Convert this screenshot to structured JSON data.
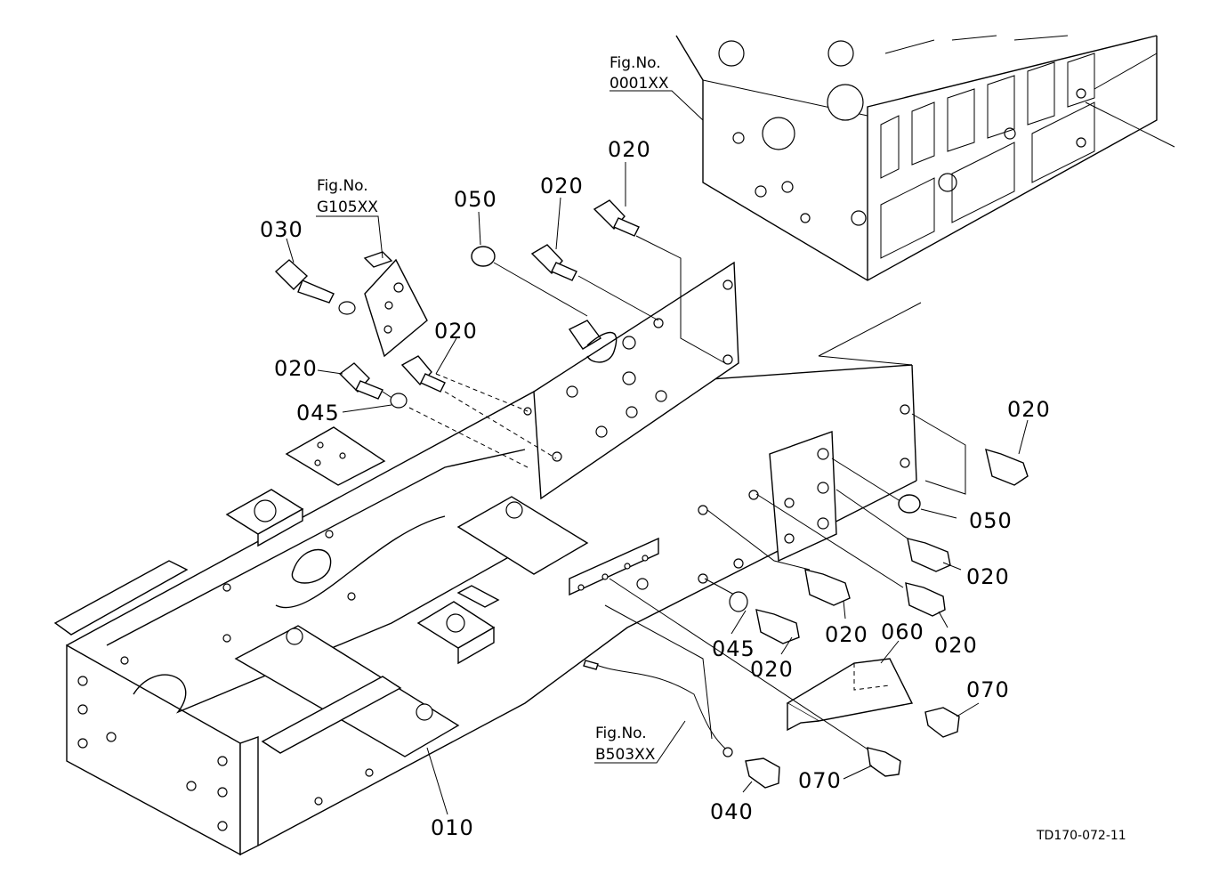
{
  "drawing_code": "TD170-072-11",
  "figure_references": [
    {
      "id": "engine",
      "label": "Fig.No.",
      "code": "0001XX"
    },
    {
      "id": "bracket",
      "label": "Fig.No.",
      "code": "G105XX"
    },
    {
      "id": "wiring",
      "label": "Fig.No.",
      "code": "B503XX"
    }
  ],
  "callouts": [
    {
      "id": "c010",
      "text": "010"
    },
    {
      "id": "c020a",
      "text": "020"
    },
    {
      "id": "c020b",
      "text": "020"
    },
    {
      "id": "c020c",
      "text": "020"
    },
    {
      "id": "c020d",
      "text": "020"
    },
    {
      "id": "c020e",
      "text": "020"
    },
    {
      "id": "c020f",
      "text": "020"
    },
    {
      "id": "c020g",
      "text": "020"
    },
    {
      "id": "c020h",
      "text": "020"
    },
    {
      "id": "c020i",
      "text": "020"
    },
    {
      "id": "c030",
      "text": "030"
    },
    {
      "id": "c040",
      "text": "040"
    },
    {
      "id": "c045a",
      "text": "045"
    },
    {
      "id": "c045b",
      "text": "045"
    },
    {
      "id": "c050a",
      "text": "050"
    },
    {
      "id": "c050b",
      "text": "050"
    },
    {
      "id": "c060",
      "text": "060"
    },
    {
      "id": "c070a",
      "text": "070"
    },
    {
      "id": "c070b",
      "text": "070"
    }
  ]
}
